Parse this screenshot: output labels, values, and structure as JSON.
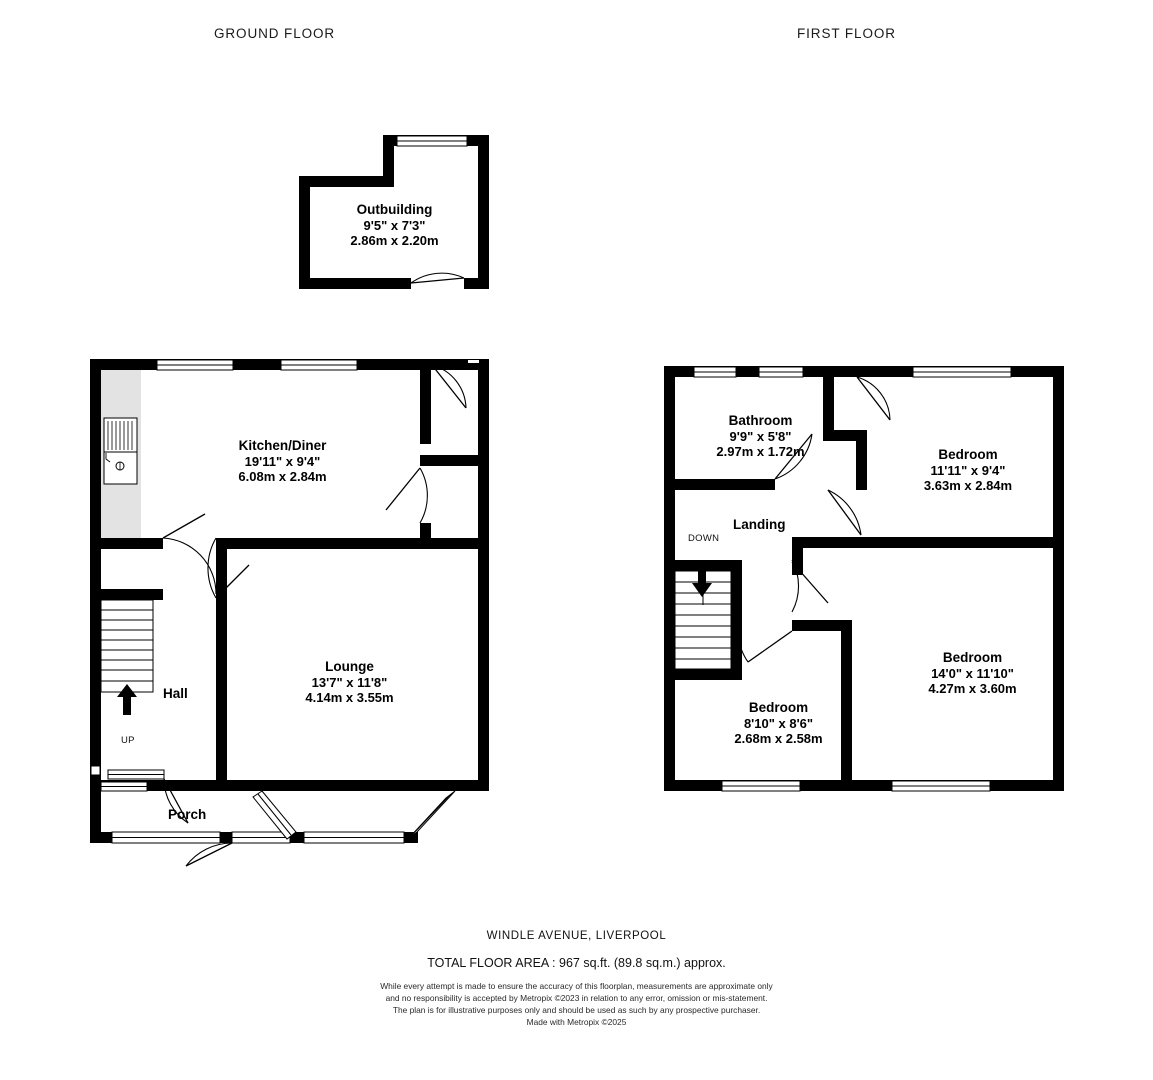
{
  "floors": {
    "ground": {
      "title": "GROUND FLOOR"
    },
    "first": {
      "title": "FIRST FLOOR"
    }
  },
  "rooms": {
    "outbuilding": {
      "name": "Outbuilding",
      "imperial": "9'5\"  x 7'3\"",
      "metric": "2.86m  x 2.20m"
    },
    "kitchen_diner": {
      "name": "Kitchen/Diner",
      "imperial": "19'11\"  x 9'4\"",
      "metric": "6.08m  x 2.84m"
    },
    "lounge": {
      "name": "Lounge",
      "imperial": "13'7\"  x 11'8\"",
      "metric": "4.14m  x 3.55m"
    },
    "hall": {
      "name": "Hall"
    },
    "porch": {
      "name": "Porch"
    },
    "bathroom": {
      "name": "Bathroom",
      "imperial": "9'9\"  x 5'8\"",
      "metric": "2.97m  x 1.72m"
    },
    "landing": {
      "name": "Landing"
    },
    "bedroom1": {
      "name": "Bedroom",
      "imperial": "11'11\"  x 9'4\"",
      "metric": "3.63m  x 2.84m"
    },
    "bedroom2": {
      "name": "Bedroom",
      "imperial": "14'0\"  x 11'10\"",
      "metric": "4.27m  x 3.60m"
    },
    "bedroom3": {
      "name": "Bedroom",
      "imperial": "8'10\"  x 8'6\"",
      "metric": "2.68m  x 2.58m"
    }
  },
  "stairs": {
    "up_label": "UP",
    "down_label": "DOWN"
  },
  "footer": {
    "address": "WINDLE AVENUE, LIVERPOOL",
    "total_area": "TOTAL FLOOR AREA : 967 sq.ft. (89.8 sq.m.) approx.",
    "disclaimer_line1": "While every attempt is made to ensure the accuracy of this floorplan, measurements are approximate only",
    "disclaimer_line2": "and no responsibility is accepted by Metropix ©2023 in relation to any error, omission or mis-statement.",
    "disclaimer_line3": "The plan is for illustrative purposes only and should be used as such by any prospective purchaser.",
    "disclaimer_line4": "Made with Metropix ©2025"
  },
  "colors": {
    "wall": "#000000",
    "background": "#ffffff",
    "fixture_fill": "#e3e3e3",
    "text": "#000000"
  }
}
